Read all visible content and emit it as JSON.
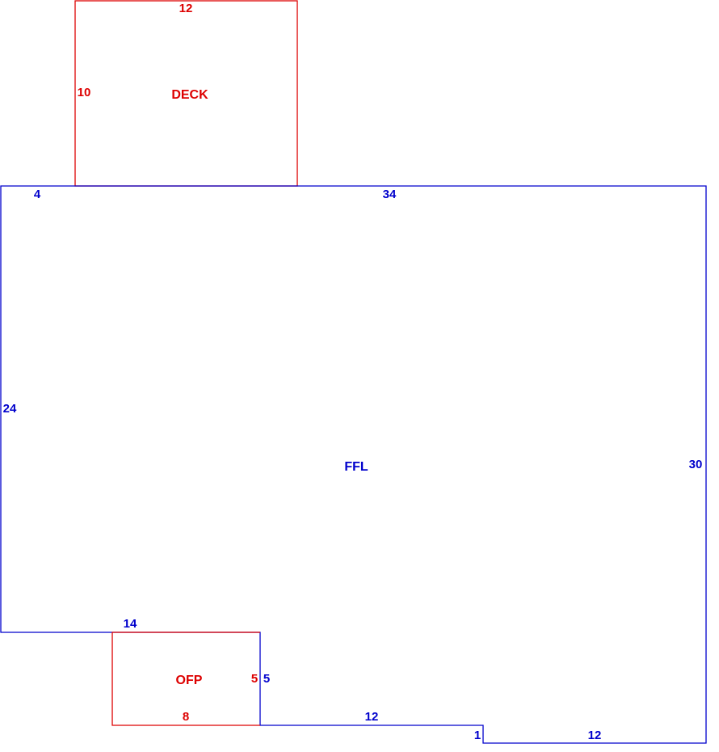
{
  "colors": {
    "main_structure": "#0000cc",
    "addition": "#dd0000",
    "background": "#ffffff"
  },
  "areas": {
    "deck": {
      "name": "DECK",
      "dims": {
        "top": "12",
        "left": "10"
      }
    },
    "ffl": {
      "name": "FFL",
      "dims": {
        "top_left": "4",
        "top": "34",
        "left": "24",
        "right": "30",
        "bottom_left": "14",
        "notch_side": "5",
        "bottom_mid": "12",
        "step": "1",
        "bottom_right": "12"
      }
    },
    "ofp": {
      "name": "OFP",
      "dims": {
        "right": "5",
        "bottom": "8"
      }
    }
  }
}
